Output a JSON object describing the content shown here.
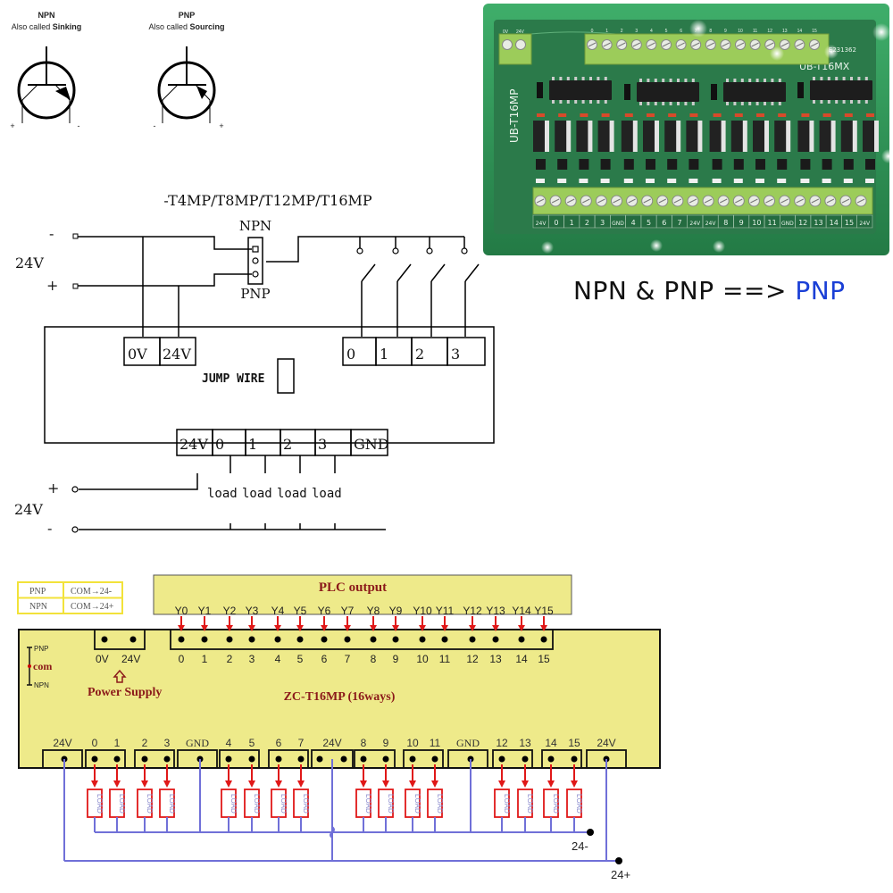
{
  "transistor_symbols": [
    {
      "type": "NPN",
      "subtitle_prefix": "Also called",
      "subtitle_bold": "Sinking",
      "left_terminal": "+",
      "right_terminal": "-"
    },
    {
      "type": "PNP",
      "subtitle_prefix": "Also called",
      "subtitle_bold": "Sourcing",
      "left_terminal": "-",
      "right_terminal": "+"
    }
  ],
  "wiring_diagram": {
    "title": "-T4MP/T8MP/T12MP/T16MP",
    "supply_in": {
      "voltage": "24V",
      "minus": "-",
      "plus": "+"
    },
    "jumper_top": "NPN",
    "jumper_bottom": "PNP",
    "power_terminals": [
      "0V",
      "24V"
    ],
    "input_terminals": [
      "0",
      "1",
      "2",
      "3"
    ],
    "jump_wire_label": "JUMP WIRE",
    "output_terminals": [
      "24V",
      "0",
      "1",
      "2",
      "3",
      "GND"
    ],
    "load_label": "load",
    "supply_out": {
      "voltage": "24V",
      "plus": "+",
      "minus": "-"
    }
  },
  "product_photo": {
    "board_name_side": "UB-T16MP",
    "board_name_top": "UB-T16MX",
    "serial": "BE231362",
    "top_power_labels": [
      "0V",
      "24V"
    ],
    "top_input_labels": [
      "0",
      "1",
      "2",
      "3",
      "4",
      "5",
      "6",
      "7",
      "8",
      "9",
      "10",
      "11",
      "12",
      "13",
      "14",
      "15"
    ],
    "bottom_labels": [
      "24V",
      "0",
      "1",
      "2",
      "3",
      "GND",
      "4",
      "5",
      "6",
      "7",
      "24V",
      "24V",
      "8",
      "9",
      "10",
      "11",
      "GND",
      "12",
      "13",
      "14",
      "15",
      "24V"
    ],
    "colors": {
      "rail": "#2f9a5a",
      "pcb": "#2b7a4a",
      "terminal": "#9ccc5a"
    }
  },
  "caption": {
    "text": "NPN & PNP ==>",
    "result": "PNP",
    "result_color": "#1a3fd6"
  },
  "plc_diagram": {
    "legend": [
      {
        "mode": "PNP",
        "com": "COM→24-"
      },
      {
        "mode": "NPN",
        "com": "COM→24+"
      }
    ],
    "plc_output_title": "PLC output",
    "plc_outputs": [
      "Y0",
      "Y1",
      "Y2",
      "Y3",
      "Y4",
      "Y5",
      "Y6",
      "Y7",
      "Y8",
      "Y9",
      "Y10",
      "Y11",
      "Y12",
      "Y13",
      "Y14",
      "Y15"
    ],
    "input_numbers": [
      "0",
      "1",
      "2",
      "3",
      "4",
      "5",
      "6",
      "7",
      "8",
      "9",
      "10",
      "11",
      "12",
      "13",
      "14",
      "15"
    ],
    "power_terminals": [
      "0V",
      "24V"
    ],
    "power_supply_label": "Power Supply",
    "com_switch": {
      "top": "PNP",
      "label": "com",
      "bottom": "NPN"
    },
    "module_label": "ZC-T16MP  (16ways)",
    "bottom_terminals": [
      "24V",
      "0",
      "1",
      "2",
      "3",
      "GND",
      "4",
      "5",
      "6",
      "7",
      "24V",
      "8",
      "9",
      "10",
      "11",
      "GND",
      "12",
      "13",
      "14",
      "15",
      "24V"
    ],
    "load_label": "LOAD",
    "rail_minus": "24-",
    "rail_plus": "24+",
    "colors": {
      "panel": "#eeea8a",
      "arrow": "#e01818",
      "wire": "#7070d8",
      "label": "#8b1a1a",
      "legend_border": "#f2e23a"
    }
  }
}
